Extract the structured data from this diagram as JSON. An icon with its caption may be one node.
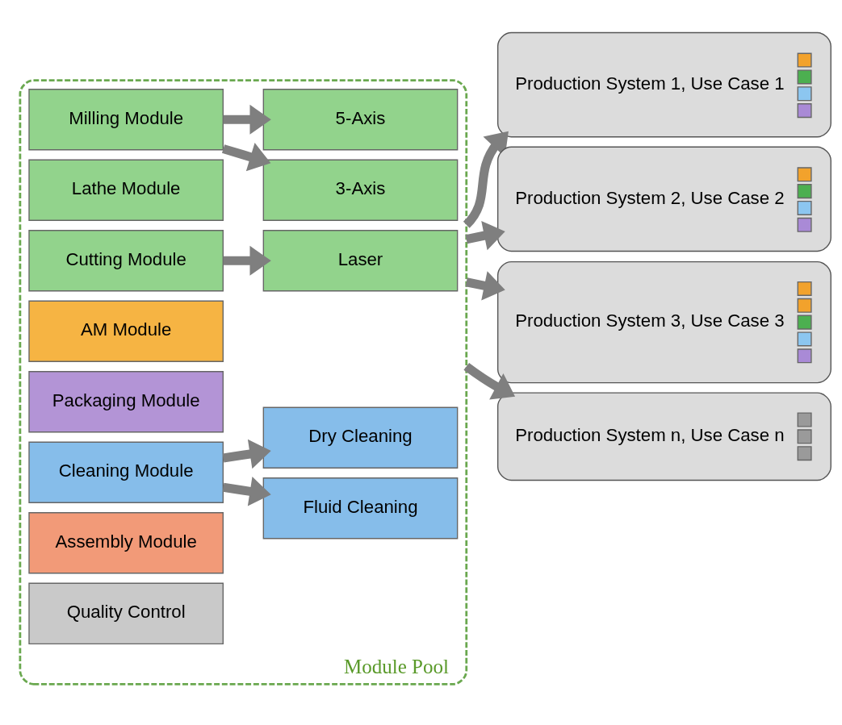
{
  "diagram": {
    "nodes": [
      {
        "text": [
          "Module Pool"
        ]
      },
      {
        "text": [
          "Milling Module"
        ],
        "in": 0
      },
      {
        "text": [
          "3-Axis"
        ],
        "in": 0
      },
      {
        "text": [
          "Lathe Module"
        ],
        "in": 0
      },
      {
        "text": [
          "5-Axis"
        ],
        "in": 0
      },
      {
        "text": [
          "Cutting Module"
        ],
        "in": 0
      },
      {
        "text": [
          "Laser"
        ],
        "in": 0
      },
      {
        "text": [
          "AM Module"
        ],
        "in": 0
      },
      {
        "text": [
          "Packaging Module"
        ],
        "in": 0
      },
      {
        "text": [
          "Cleaning Module"
        ],
        "in": 0
      },
      {
        "text": [
          "Fluid Cleaning"
        ],
        "in": 0
      },
      {
        "text": [
          "Assembly Module"
        ],
        "in": 0
      },
      {
        "text": [
          "Dry Cleaning"
        ],
        "in": 0
      },
      {
        "text": [
          "Quality Control"
        ],
        "in": 0
      },
      {
        "text": [
          "Production System 1, Use Case 1"
        ]
      },
      {
        "text": [
          "Production System 2, Use Case 2"
        ]
      },
      {
        "text": [
          "Production System 3, Use Case 3"
        ]
      },
      {
        "text": [
          "Production System n, Use Case n"
        ]
      }
    ],
    "edges": [
      {
        "from": 1,
        "to": 2,
        "arrow": "to"
      },
      {
        "from": 1,
        "to": 4,
        "arrow": "to"
      },
      {
        "from": 5,
        "to": 6,
        "arrow": "to"
      },
      {
        "from": 9,
        "to": 10,
        "arrow": "to"
      },
      {
        "from": 9,
        "to": 12,
        "arrow": "to"
      },
      {
        "from": 0,
        "to": 14,
        "arrow": "to"
      },
      {
        "from": 0,
        "to": 15,
        "arrow": "to"
      },
      {
        "from": 0,
        "to": 16,
        "arrow": "to"
      },
      {
        "from": 0,
        "to": 17,
        "arrow": "to"
      }
    ]
  }
}
